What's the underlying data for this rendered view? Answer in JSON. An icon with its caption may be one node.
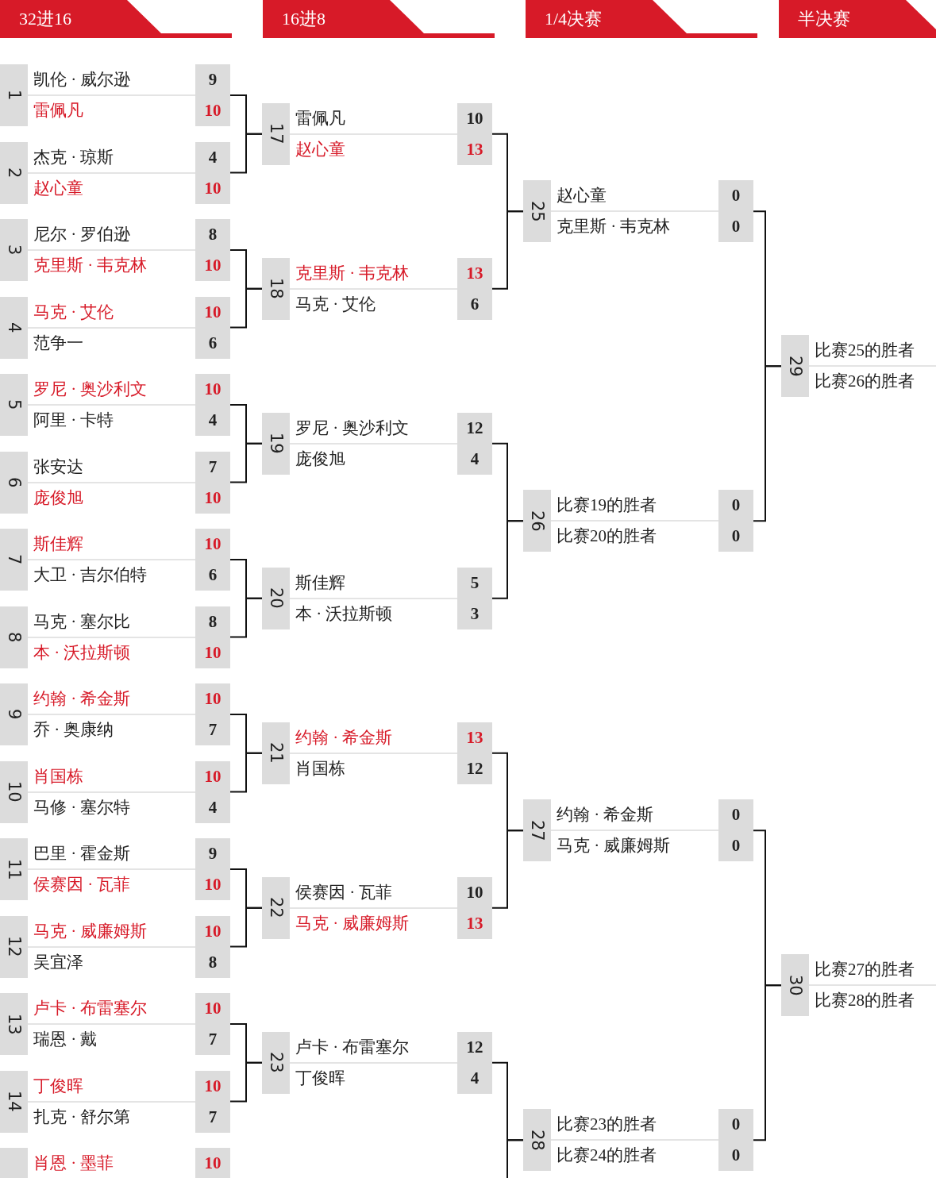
{
  "diagram": {
    "nodes": [
      {
        "text": [
          "32进16"
        ]
      },
      {
        "text": [
          "16进8"
        ]
      },
      {
        "text": [
          "1/4决赛"
        ]
      },
      {
        "text": [
          "半决赛"
        ]
      },
      {
        "text": [
          "1",
          "凯伦 · 威尔逊",
          "9",
          "雷佩凡",
          "10"
        ]
      },
      {
        "text": [
          "2",
          "杰克 · 琼斯",
          "4",
          "赵心童",
          "10"
        ]
      },
      {
        "text": [
          "3",
          "尼尔 · 罗伯逊",
          "8",
          "克里斯 · 韦克林",
          "10"
        ]
      },
      {
        "text": [
          "4",
          "马克 · 艾伦",
          "10",
          "范争一",
          "6"
        ]
      },
      {
        "text": [
          "5",
          "罗尼 · 奥沙利文",
          "10",
          "阿里 · 卡特",
          "4"
        ]
      },
      {
        "text": [
          "6",
          "张安达",
          "7",
          "庞俊旭",
          "10"
        ]
      },
      {
        "text": [
          "7",
          "斯佳辉",
          "10",
          "大卫 · 吉尔伯特",
          "6"
        ]
      },
      {
        "text": [
          "8",
          "马克 · 塞尔比",
          "8",
          "本 · 沃拉斯顿",
          "10"
        ]
      },
      {
        "text": [
          "9",
          "约翰 · 希金斯",
          "10",
          "乔 · 奥康纳",
          "7"
        ]
      },
      {
        "text": [
          "10",
          "肖国栋",
          "10",
          "马修 · 塞尔特",
          "4"
        ]
      },
      {
        "text": [
          "11",
          "巴里 · 霍金斯",
          "9",
          "侯赛因 · 瓦菲",
          "10"
        ]
      },
      {
        "text": [
          "12",
          "马克 · 威廉姆斯",
          "10",
          "吴宜泽",
          "8"
        ]
      },
      {
        "text": [
          "13",
          "卢卡 · 布雷塞尔",
          "10",
          "瑞恩 · 戴",
          "7"
        ]
      },
      {
        "text": [
          "14",
          "丁俊晖",
          "10",
          "扎克 · 舒尔第",
          "7"
        ]
      },
      {
        "text": [
          "肖恩 · 墨菲",
          "10"
        ]
      },
      {
        "text": [
          "17",
          "雷佩凡",
          "10",
          "赵心童",
          "13"
        ]
      },
      {
        "text": [
          "18",
          "克里斯 · 韦克林",
          "13",
          "马克 · 艾伦",
          "6"
        ]
      },
      {
        "text": [
          "19",
          "罗尼 · 奥沙利文",
          "12",
          "庞俊旭",
          "4"
        ]
      },
      {
        "text": [
          "20",
          "斯佳辉",
          "5",
          "本 · 沃拉斯顿",
          "3"
        ]
      },
      {
        "text": [
          "21",
          "约翰 · 希金斯",
          "13",
          "肖国栋",
          "12"
        ]
      },
      {
        "text": [
          "22",
          "侯赛因 · 瓦菲",
          "10",
          "马克 · 威廉姆斯",
          "13"
        ]
      },
      {
        "text": [
          "23",
          "卢卡 · 布雷塞尔",
          "12",
          "丁俊晖",
          "4"
        ]
      },
      {
        "text": [
          "25",
          "赵心童",
          "0",
          "克里斯 · 韦克林",
          "0"
        ]
      },
      {
        "text": [
          "26",
          "比赛19的胜者",
          "0",
          "比赛20的胜者",
          "0"
        ]
      },
      {
        "text": [
          "27",
          "约翰 · 希金斯",
          "0",
          "马克 · 威廉姆斯",
          "0"
        ]
      },
      {
        "text": [
          "28",
          "比赛23的胜者",
          "0",
          "比赛24的胜者",
          "0"
        ]
      },
      {
        "text": [
          "29",
          "比赛25的胜者",
          "比赛26的胜者"
        ]
      },
      {
        "text": [
          "30",
          "比赛27的胜者",
          "比赛28的胜者"
        ]
      }
    ],
    "edges": [
      {
        "from": 4,
        "to": 19,
        "arrow": "none"
      },
      {
        "from": 5,
        "to": 19,
        "arrow": "none"
      },
      {
        "from": 6,
        "to": 20,
        "arrow": "none"
      },
      {
        "from": 7,
        "to": 20,
        "arrow": "none"
      },
      {
        "from": 8,
        "to": 21,
        "arrow": "none"
      },
      {
        "from": 9,
        "to": 21,
        "arrow": "none"
      },
      {
        "from": 10,
        "to": 22,
        "arrow": "none"
      },
      {
        "from": 11,
        "to": 22,
        "arrow": "none"
      },
      {
        "from": 12,
        "to": 23,
        "arrow": "none"
      },
      {
        "from": 13,
        "to": 23,
        "arrow": "none"
      },
      {
        "from": 14,
        "to": 24,
        "arrow": "none"
      },
      {
        "from": 15,
        "to": 24,
        "arrow": "none"
      },
      {
        "from": 16,
        "to": 25,
        "arrow": "none"
      },
      {
        "from": 17,
        "to": 25,
        "arrow": "none"
      },
      {
        "from": 19,
        "to": 26,
        "arrow": "none"
      },
      {
        "from": 20,
        "to": 26,
        "arrow": "none"
      },
      {
        "from": 21,
        "to": 27,
        "arrow": "none"
      },
      {
        "from": 22,
        "to": 27,
        "arrow": "none"
      },
      {
        "from": 23,
        "to": 28,
        "arrow": "none"
      },
      {
        "from": 24,
        "to": 28,
        "arrow": "none"
      },
      {
        "from": 25,
        "to": 29,
        "arrow": "none"
      },
      {
        "from": null,
        "to": 29,
        "arrow": "none"
      },
      {
        "from": 26,
        "to": 30,
        "arrow": "none"
      },
      {
        "from": 27,
        "to": 30,
        "arrow": "none"
      },
      {
        "from": 28,
        "to": 31,
        "arrow": "none"
      },
      {
        "from": 29,
        "to": 31,
        "arrow": "none"
      }
    ]
  }
}
